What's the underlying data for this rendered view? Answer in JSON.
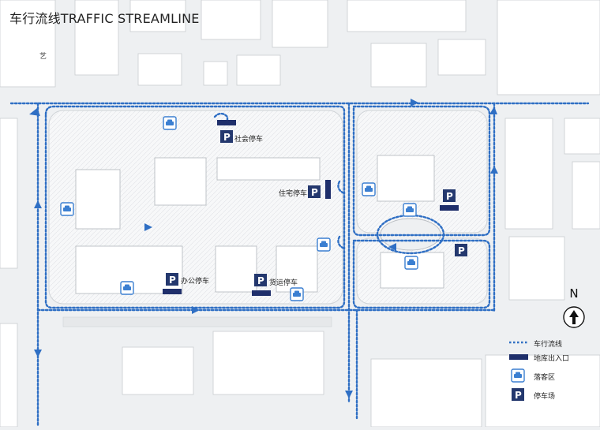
{
  "title": "车行流线TRAFFIC STREAMLINE",
  "colors": {
    "flow": "#2f6fc4",
    "garage": "#1f2f6b",
    "parking": "#24386e",
    "dropoff": "#3b7fd1",
    "block": "#ffffff",
    "road": "#f2f3f4"
  },
  "parking_labels": {
    "social": "社会停车",
    "residential": "住宅停车",
    "office": "办公停车",
    "freight": "货运停车"
  },
  "road_label": "艺",
  "compass": {
    "label": "N"
  },
  "legend": {
    "flow": "车行流线",
    "garage": "地库出入口",
    "dropoff": "落客区",
    "parking": "停车场"
  },
  "icons": {
    "parking": "parking-sign-icon",
    "dropoff": "car-dropoff-icon",
    "north": "north-arrow-icon"
  }
}
